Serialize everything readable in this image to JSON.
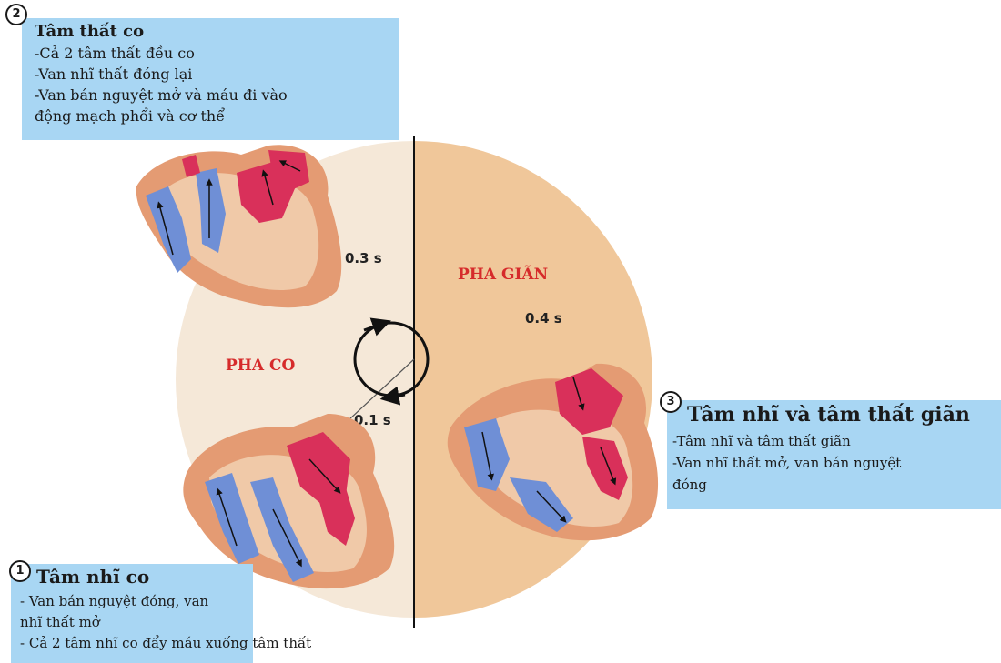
{
  "colors": {
    "box_background": "#a8d6f3",
    "phase_label": "#d62b2b",
    "contraction_sector": "#f5e8d8",
    "relaxation_sector": "#f0c79a",
    "heart_wall": "#e49b73",
    "heart_tissue": "#f0c9a8",
    "oxygenated_blood": "#d9305a",
    "deoxygenated_blood": "#6f8fd6"
  },
  "phases": {
    "contraction": "PHA CO",
    "relaxation": "PHA GIÃN"
  },
  "times": {
    "t1": "0.1 s",
    "t2": "0.3 s",
    "t3": "0.4 s"
  },
  "boxes": {
    "step2": {
      "number": "2",
      "title": "Tâm thất co",
      "lines": [
        "-Cả 2 tâm thất đều co",
        "-Van nhĩ thất đóng lại",
        "-Van bán nguyệt mở và máu đi vào",
        "động mạch phổi và cơ thể"
      ]
    },
    "step3": {
      "number": "3",
      "title": "Tâm nhĩ và tâm thất giãn",
      "lines": [
        "-Tâm nhĩ và tâm thất giãn",
        "-Van nhĩ thất mở, van bán nguyệt",
        "đóng"
      ]
    },
    "step1": {
      "number": "1",
      "title": "Tâm nhĩ co",
      "lines": [
        "- Van bán nguyệt đóng, van",
        "nhĩ thất mở",
        "- Cả 2 tâm nhĩ co đẩy máu xuống tâm thất"
      ]
    }
  }
}
